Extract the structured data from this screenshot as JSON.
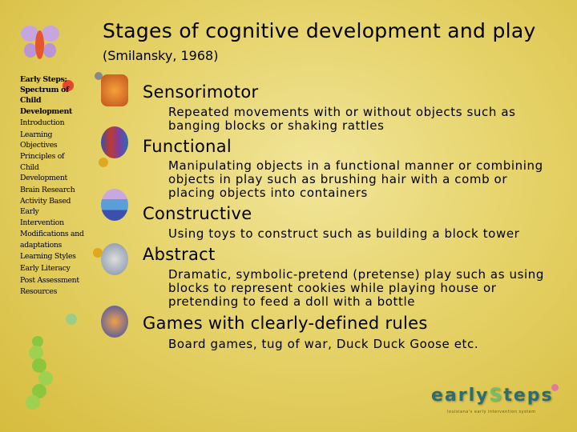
{
  "slide": {
    "title": "Stages of cognitive development and play",
    "subtitle": "(Smilansky, 1968)"
  },
  "sidebar": {
    "heading": "Early Steps: Spectrum of Child Development",
    "items": [
      "Introduction",
      "Learning Objectives",
      "Principles of Child Development",
      "Brain Research",
      "Activity Based Early Intervention",
      "Modifications and adaptations",
      "Learning Styles",
      "Early Literacy",
      "Post Assessment",
      "Resources"
    ]
  },
  "stages": [
    {
      "title": "Sensorimotor",
      "description": "Repeated movements with or without objects such as banging blocks or shaking rattles",
      "icon": "stacking-rings-icon"
    },
    {
      "title": "Functional",
      "description": "Manipulating objects in a functional manner or combining objects in play such as brushing hair with a comb or placing objects into containers",
      "icon": "crayons-icon"
    },
    {
      "title": "Constructive",
      "description": "Using toys to construct such as building a block tower",
      "icon": "blocks-icon"
    },
    {
      "title": "Abstract",
      "description": "Dramatic, symbolic-pretend (pretense) play such as using blocks to represent cookies while playing house or pretending to feed a doll with a bottle",
      "icon": "spinning-top-icon"
    },
    {
      "title": "Games with clearly-defined rules",
      "description": "Board games, tug of war, Duck Duck Goose etc.",
      "icon": "top-toy-icon"
    }
  ],
  "logo": {
    "text": "earlySteps",
    "tagline": "louisiana's early intervention system"
  },
  "colors": {
    "accent_teal": "#2b6c78",
    "background": "#e6d36a"
  }
}
